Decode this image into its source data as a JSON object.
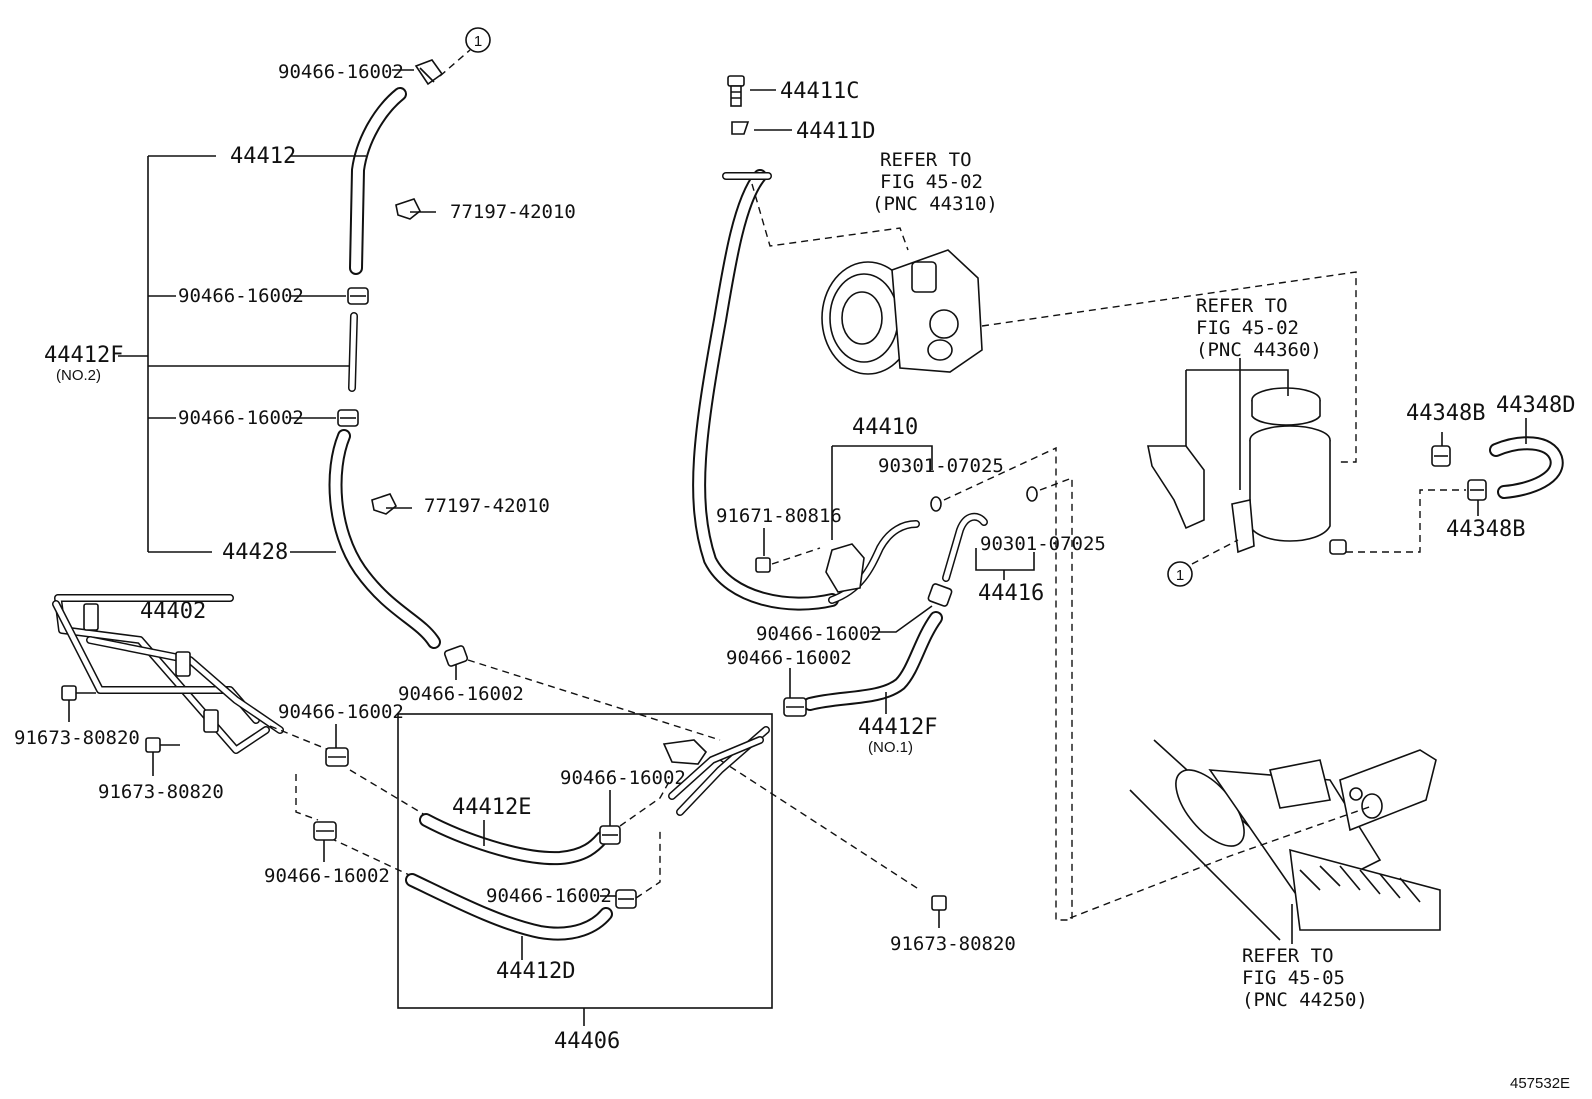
{
  "diagram_id": "457532E",
  "parts": {
    "p44412": "44412",
    "p44412f": "44412F",
    "p44412f_no2": "(NO.2)",
    "p44412f_no1": "(NO.1)",
    "p44428": "44428",
    "p44402": "44402",
    "p44406": "44406",
    "p44412e": "44412E",
    "p44412d": "44412D",
    "p44410": "44410",
    "p44416": "44416",
    "p44411c": "44411C",
    "p44411d": "44411D",
    "p44348b": "44348B",
    "p44348d": "44348D",
    "clamp": "90466-16002",
    "clip": "77197-42010",
    "bolt_91673": "91673-80820",
    "bolt_91671": "91671-80816",
    "oring": "90301-07025",
    "circle_ref": "1"
  },
  "refs": {
    "pump": [
      "REFER TO",
      "FIG 45-02",
      "(PNC 44310)"
    ],
    "reservoir": [
      "REFER TO",
      "FIG 45-02",
      "(PNC 44360)"
    ],
    "gear": [
      "REFER TO",
      "FIG 45-05",
      "(PNC 44250)"
    ]
  }
}
